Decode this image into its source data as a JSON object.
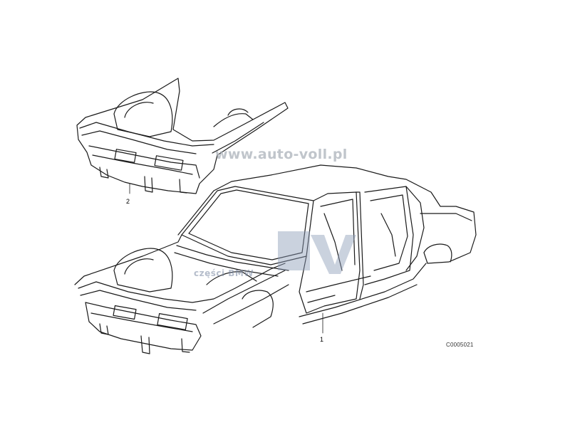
{
  "diagram": {
    "callouts": [
      {
        "id": "1",
        "text": "1"
      },
      {
        "id": "2",
        "text": "2"
      }
    ],
    "code": "C0005021"
  },
  "watermark": {
    "url": "www.auto-voll.pl",
    "subtext": "części BMW",
    "logo_color": "#8c9cb8"
  },
  "colors": {
    "line": "#1a1a1a",
    "background": "#ffffff"
  }
}
